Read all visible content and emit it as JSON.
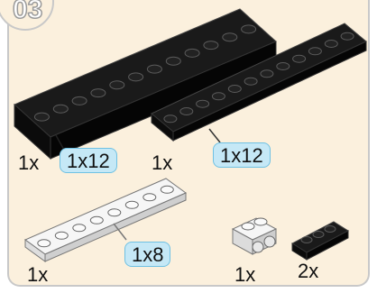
{
  "step": {
    "number": "03"
  },
  "parts": [
    {
      "qty": "1x",
      "size": "1x12",
      "color": "#111111"
    },
    {
      "qty": "1x",
      "size": "1x12",
      "color": "#111111"
    },
    {
      "qty": "1x",
      "size": "1x8",
      "color": "#f4f4f4"
    },
    {
      "qty": "1x",
      "size": "",
      "color": "#f4f4f4"
    },
    {
      "qty": "2x",
      "size": "",
      "color": "#111111"
    }
  ],
  "colors": {
    "panel": "#fbf0dd",
    "callout": "#c5e8f6",
    "callout_border": "#6fc1e3"
  }
}
